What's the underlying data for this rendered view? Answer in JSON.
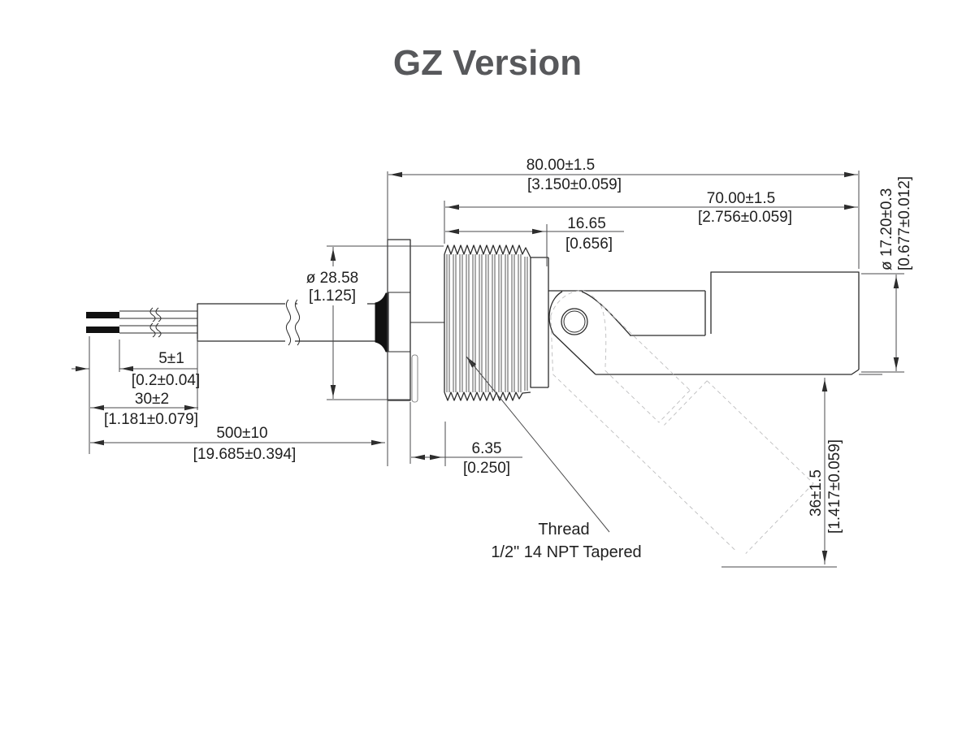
{
  "title": "GZ Version",
  "drawing": {
    "thread_note_line1": "Thread",
    "thread_note_line2": "1/2\" 14 NPT Tapered",
    "dims": {
      "overall": {
        "mm": "80.00±1.5",
        "inch": "[3.150±0.059]"
      },
      "body": {
        "mm": "70.00±1.5",
        "inch": "[2.756±0.059]"
      },
      "thread_len": {
        "mm": "16.65",
        "inch": "[0.656]"
      },
      "flange_dia": {
        "mm": "ø 28.58",
        "inch": "[1.125]"
      },
      "wire_tip": {
        "mm": "5±1",
        "inch": "[0.2±0.04]"
      },
      "strip": {
        "mm": "30±2",
        "inch": "[1.181±0.079]"
      },
      "cable": {
        "mm": "500±10",
        "inch": "[19.685±0.394]"
      },
      "flange_width": {
        "mm": "6.35",
        "inch": "[0.250]"
      },
      "float_dia": {
        "mm": "ø 17.20±0.3",
        "inch": "[0.677±0.012]"
      },
      "float_drop": {
        "mm": "36±1.5",
        "inch": "[1.417±0.059]"
      }
    }
  }
}
